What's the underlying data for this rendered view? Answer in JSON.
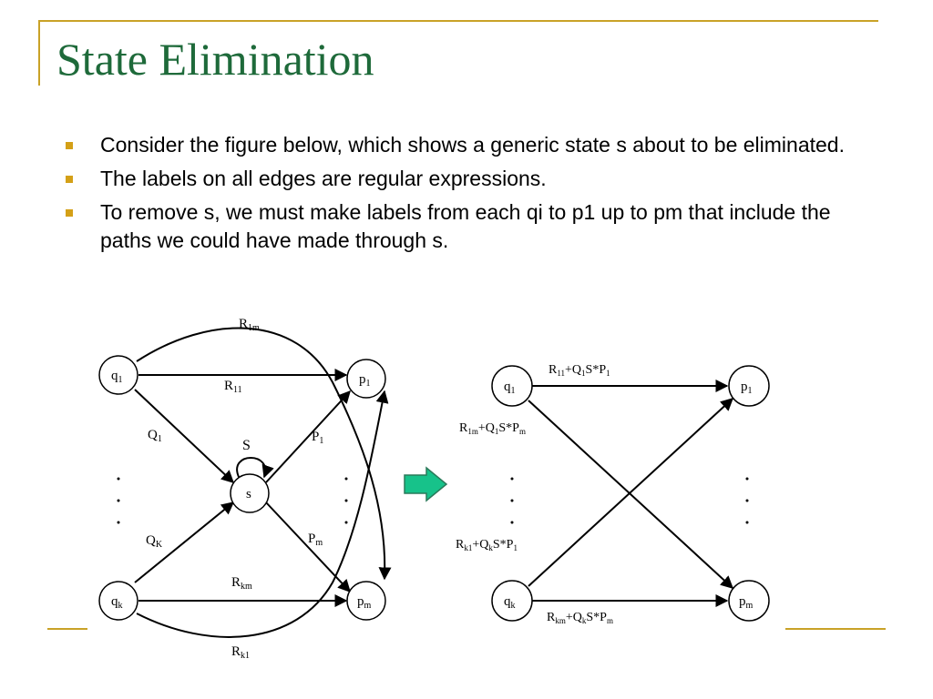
{
  "title": "State Elimination",
  "bullets": [
    "Consider the figure below, which shows a generic state s about to be eliminated.",
    "The labels on all edges are regular expressions.",
    "To remove s, we must make labels from each qi to p1 up to pm that include the paths we could have made through s."
  ],
  "colors": {
    "title": "#1e6a3a",
    "rule": "#c9a227",
    "bullet": "#d4a017",
    "arrow": "#17c28a"
  },
  "left_diagram": {
    "states": {
      "q1": "q",
      "q1_sub": "1",
      "qk": "q",
      "qk_sub": "k",
      "s": "s",
      "p1": "p",
      "p1_sub": "1",
      "pm": "p",
      "pm_sub": "m"
    },
    "edges": {
      "R1m": "R",
      "R1m_sub": "1m",
      "R11": "R",
      "R11_sub": "11",
      "Q1": "Q",
      "Q1_sub": "1",
      "S": "S",
      "P1": "P",
      "P1_sub": "1",
      "QK": "Q",
      "QK_sub": "K",
      "Pm": "P",
      "Pm_sub": "m",
      "Rkm": "R",
      "Rkm_sub": "km",
      "Rk1": "R",
      "Rk1_sub": "k1"
    }
  },
  "right_diagram": {
    "states": {
      "q1": "q",
      "q1_sub": "1",
      "qk": "q",
      "qk_sub": "k",
      "p1": "p",
      "p1_sub": "1",
      "pm": "p",
      "pm_sub": "m"
    },
    "edges": {
      "e11": [
        "R",
        "11",
        "+Q",
        "1",
        "S*P",
        "1"
      ],
      "e1m": [
        "R",
        "1m",
        "+Q",
        "1",
        "S*P",
        "m"
      ],
      "ek1": [
        "R",
        "k1",
        "+Q",
        "k",
        "S*P",
        "1"
      ],
      "ekm": [
        "R",
        "km",
        "+Q",
        "k",
        "S*P",
        "m"
      ]
    }
  },
  "arrow_icon": "right-arrow-icon"
}
